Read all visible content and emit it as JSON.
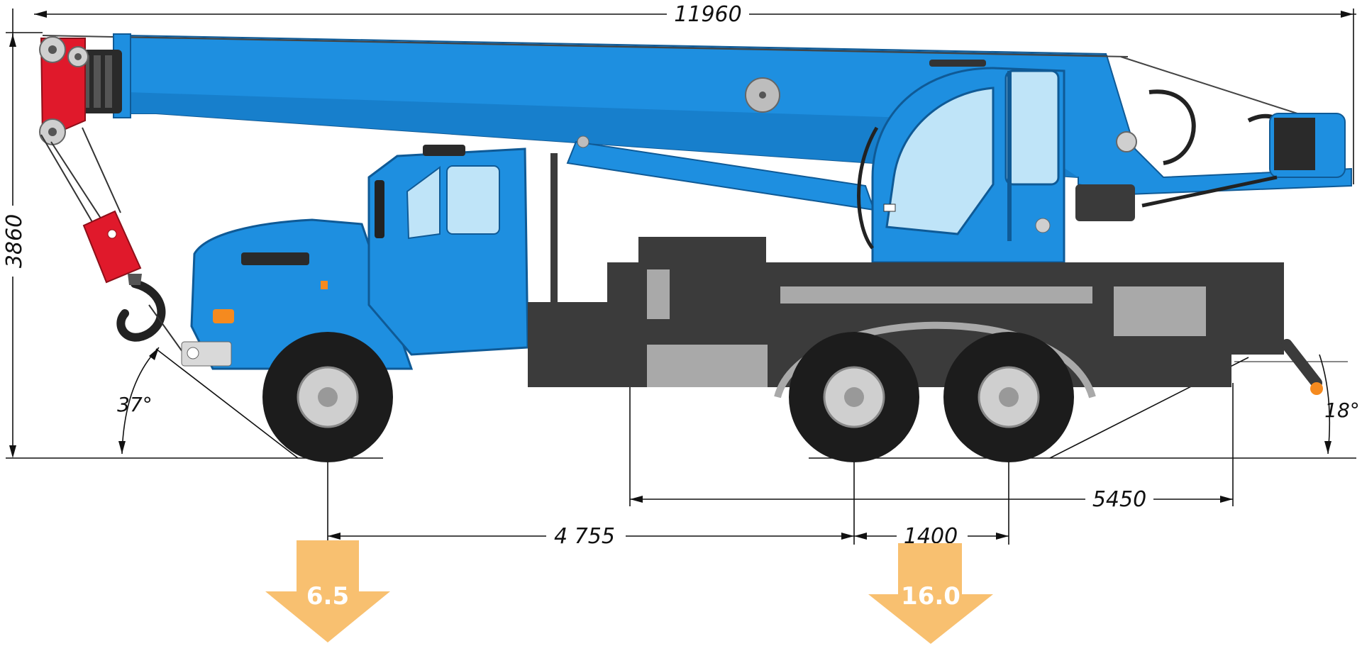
{
  "dimensions": {
    "overall_length": "11960",
    "overall_height": "3860",
    "front_axle_to_rear_bogie": "4 755",
    "bogie_spacing": "1400",
    "rear_span": "5450",
    "approach_angle": "37°",
    "departure_angle": "18°"
  },
  "axle_loads": {
    "front": "6.5",
    "rear_bogie": "16.0"
  },
  "colors": {
    "boom_blue": "#1e8fe0",
    "boom_blue_dark": "#0f6fb8",
    "hook_red": "#e0192b",
    "chassis_dark": "#3b3b3b",
    "chassis_grey": "#a9a9a9",
    "tire": "#1c1c1c",
    "glass": "#bfe4f8",
    "arrow_orange": "#f8c070"
  }
}
